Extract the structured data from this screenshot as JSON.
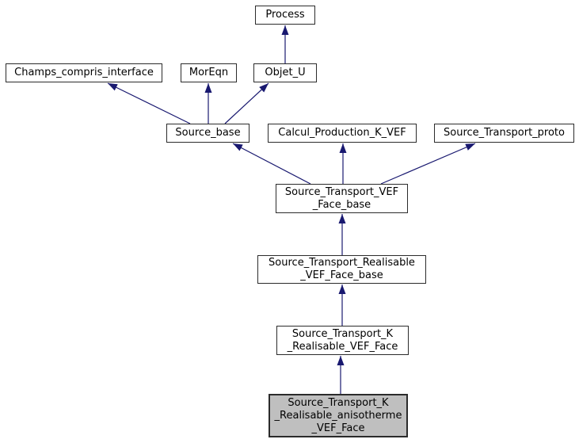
{
  "diagram": {
    "kind": "class-inheritance-graph",
    "colors": {
      "background": "#ffffff",
      "node_fill": "#ffffff",
      "node_border": "#2b2b2b",
      "node_text": "#000000",
      "edge": "#191970",
      "current_node_fill": "#bfbfbf"
    },
    "nodes": {
      "process": {
        "label": "Process"
      },
      "champs_compris_interface": {
        "label": "Champs_compris_interface"
      },
      "moreqn": {
        "label": "MorEqn"
      },
      "objet_u": {
        "label": "Objet_U"
      },
      "source_base": {
        "label": "Source_base"
      },
      "calcul_production_k_vef": {
        "label": "Calcul_Production_K_VEF"
      },
      "source_transport_proto": {
        "label": "Source_Transport_proto"
      },
      "source_transport_vef_face_base": {
        "label": "Source_Transport_VEF\n_Face_base"
      },
      "source_transport_realisable_vef_face_base": {
        "label": "Source_Transport_Realisable\n_VEF_Face_base"
      },
      "source_transport_k_realisable_vef_face": {
        "label": "Source_Transport_K\n_Realisable_VEF_Face"
      },
      "source_transport_k_realisable_anisotherme_vef_face": {
        "label": "Source_Transport_K\n_Realisable_anisotherme\n_VEF_Face"
      }
    },
    "edges": [
      {
        "from": "Objet_U",
        "to": "Process"
      },
      {
        "from": "Source_base",
        "to": "Champs_compris_interface"
      },
      {
        "from": "Source_base",
        "to": "MorEqn"
      },
      {
        "from": "Source_base",
        "to": "Objet_U"
      },
      {
        "from": "Source_Transport_VEF_Face_base",
        "to": "Source_base"
      },
      {
        "from": "Source_Transport_VEF_Face_base",
        "to": "Calcul_Production_K_VEF"
      },
      {
        "from": "Source_Transport_VEF_Face_base",
        "to": "Source_Transport_proto"
      },
      {
        "from": "Source_Transport_Realisable_VEF_Face_base",
        "to": "Source_Transport_VEF_Face_base"
      },
      {
        "from": "Source_Transport_K_Realisable_VEF_Face",
        "to": "Source_Transport_Realisable_VEF_Face_base"
      },
      {
        "from": "Source_Transport_K_Realisable_anisotherme_VEF_Face",
        "to": "Source_Transport_K_Realisable_VEF_Face"
      }
    ]
  }
}
